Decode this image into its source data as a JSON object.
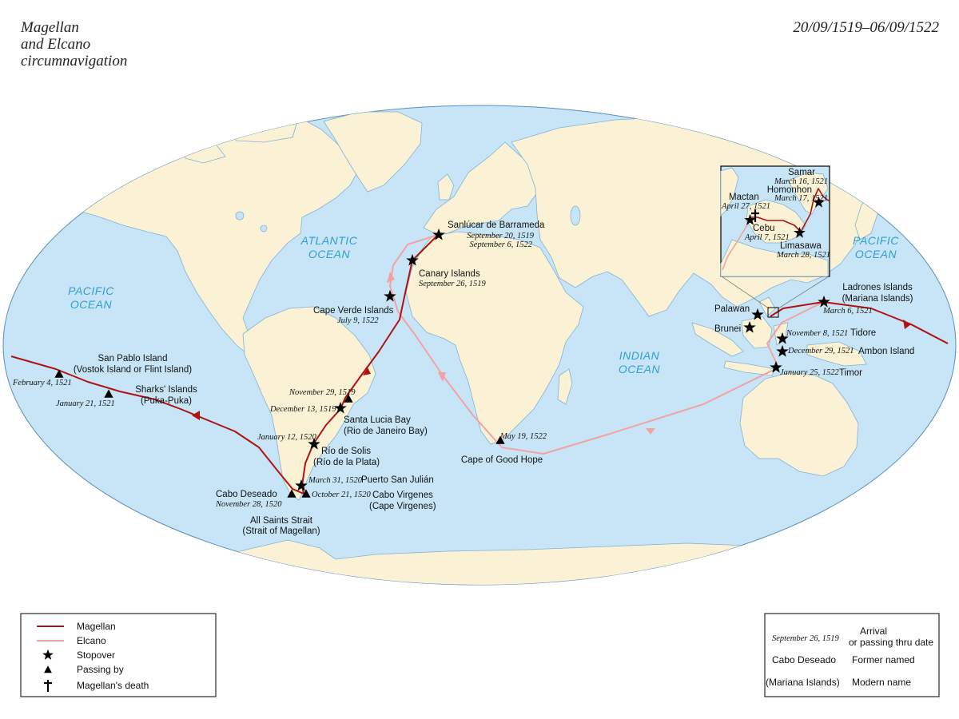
{
  "title": {
    "line1": "Magellan",
    "line2": "and Elcano",
    "line3": "circumnavigation"
  },
  "date_range": "20/09/1519–06/09/1522",
  "colors": {
    "ocean": "#c7e5f6",
    "land": "#fbf2d5",
    "coast": "#7fb3d6",
    "magellan": "#b01212",
    "elcano": "#f2a2a2",
    "ocean_label": "#2f9fd6"
  },
  "oceans": {
    "atlantic": {
      "line1": "ATLANTIC",
      "line2": "OCEAN"
    },
    "pacific_west": {
      "line1": "PACIFIC",
      "line2": "OCEAN"
    },
    "pacific_east": {
      "line1": "PACIFIC",
      "line2": "OCEAN"
    },
    "indian": {
      "line1": "INDIAN",
      "line2": "OCEAN"
    }
  },
  "places": {
    "sanlucar": {
      "name": "Sanlúcar de Barrameda",
      "date1": "September 20, 1519",
      "date2": "September 6, 1522"
    },
    "canary": {
      "name": "Canary Islands",
      "date": "September 26, 1519"
    },
    "cape_verde": {
      "name": "Cape Verde Islands",
      "date": "July 9, 1522"
    },
    "santa_lucia": {
      "name1": "Santa Lucia Bay",
      "name2": "(Rio de Janeiro Bay)",
      "date1": "November 29, 1519",
      "date2": "December 13, 1519"
    },
    "rio_solis": {
      "name1": "Río de Solis",
      "name2": "(Río de la Plata)",
      "date": "January 12, 1520"
    },
    "san_julian": {
      "name": "Puerto San Julián",
      "date": "March 31, 1520"
    },
    "cabo_virgenes": {
      "name1": "Cabo Virgenes",
      "name2": "(Cape Virgenes)",
      "date": "October 21, 1520"
    },
    "cabo_deseado": {
      "name": "Cabo Deseado",
      "date": "November 28, 1520"
    },
    "strait": {
      "name1": "All Saints Strait",
      "name2": "(Strait of Magellan)"
    },
    "san_pablo": {
      "name1": "San Pablo Island",
      "name2": "(Vostok Island or Flint Island)",
      "date": "February 4, 1521"
    },
    "sharks": {
      "name1": "Sharks' Islands",
      "name2": "(Puka-Puka)",
      "date": "January 21, 1521"
    },
    "good_hope": {
      "name": "Cape of Good Hope",
      "date": "May 19, 1522"
    },
    "ladrones": {
      "name1": "Ladrones Islands",
      "name2": "(Mariana Islands)",
      "date": "March 6, 1521"
    },
    "palawan": {
      "name": "Palawan"
    },
    "brunei": {
      "name": "Brunei"
    },
    "tidore": {
      "name": "Tidore",
      "date": "November 8, 1521"
    },
    "ambon": {
      "name": "Ambon Island",
      "date": "December 29, 1521"
    },
    "timor": {
      "name": "Timor",
      "date": "January 25, 1522"
    }
  },
  "inset": {
    "samar": {
      "name": "Samar",
      "date": "March 16, 1521"
    },
    "homonhon": {
      "name": "Homonhon",
      "date": "March 17, 1521"
    },
    "mactan": {
      "name": "Mactan",
      "date": "April 27, 1521"
    },
    "cebu": {
      "name": "Cebu",
      "date": "April 7, 1521"
    },
    "limasawa": {
      "name": "Limasawa",
      "date": "March 28, 1521"
    }
  },
  "legend": {
    "magellan": "Magellan",
    "elcano": "Elcano",
    "stopover": "Stopover",
    "passing": "Passing by",
    "death": "Magellan's death"
  },
  "key": {
    "example_date": "September 26, 1519",
    "arrival_line1": "Arrival",
    "arrival_line2": "or passing thru date",
    "example_former": "Cabo Deseado",
    "former": "Former named",
    "example_modern": "(Mariana Islands)",
    "modern": "Modern name"
  }
}
